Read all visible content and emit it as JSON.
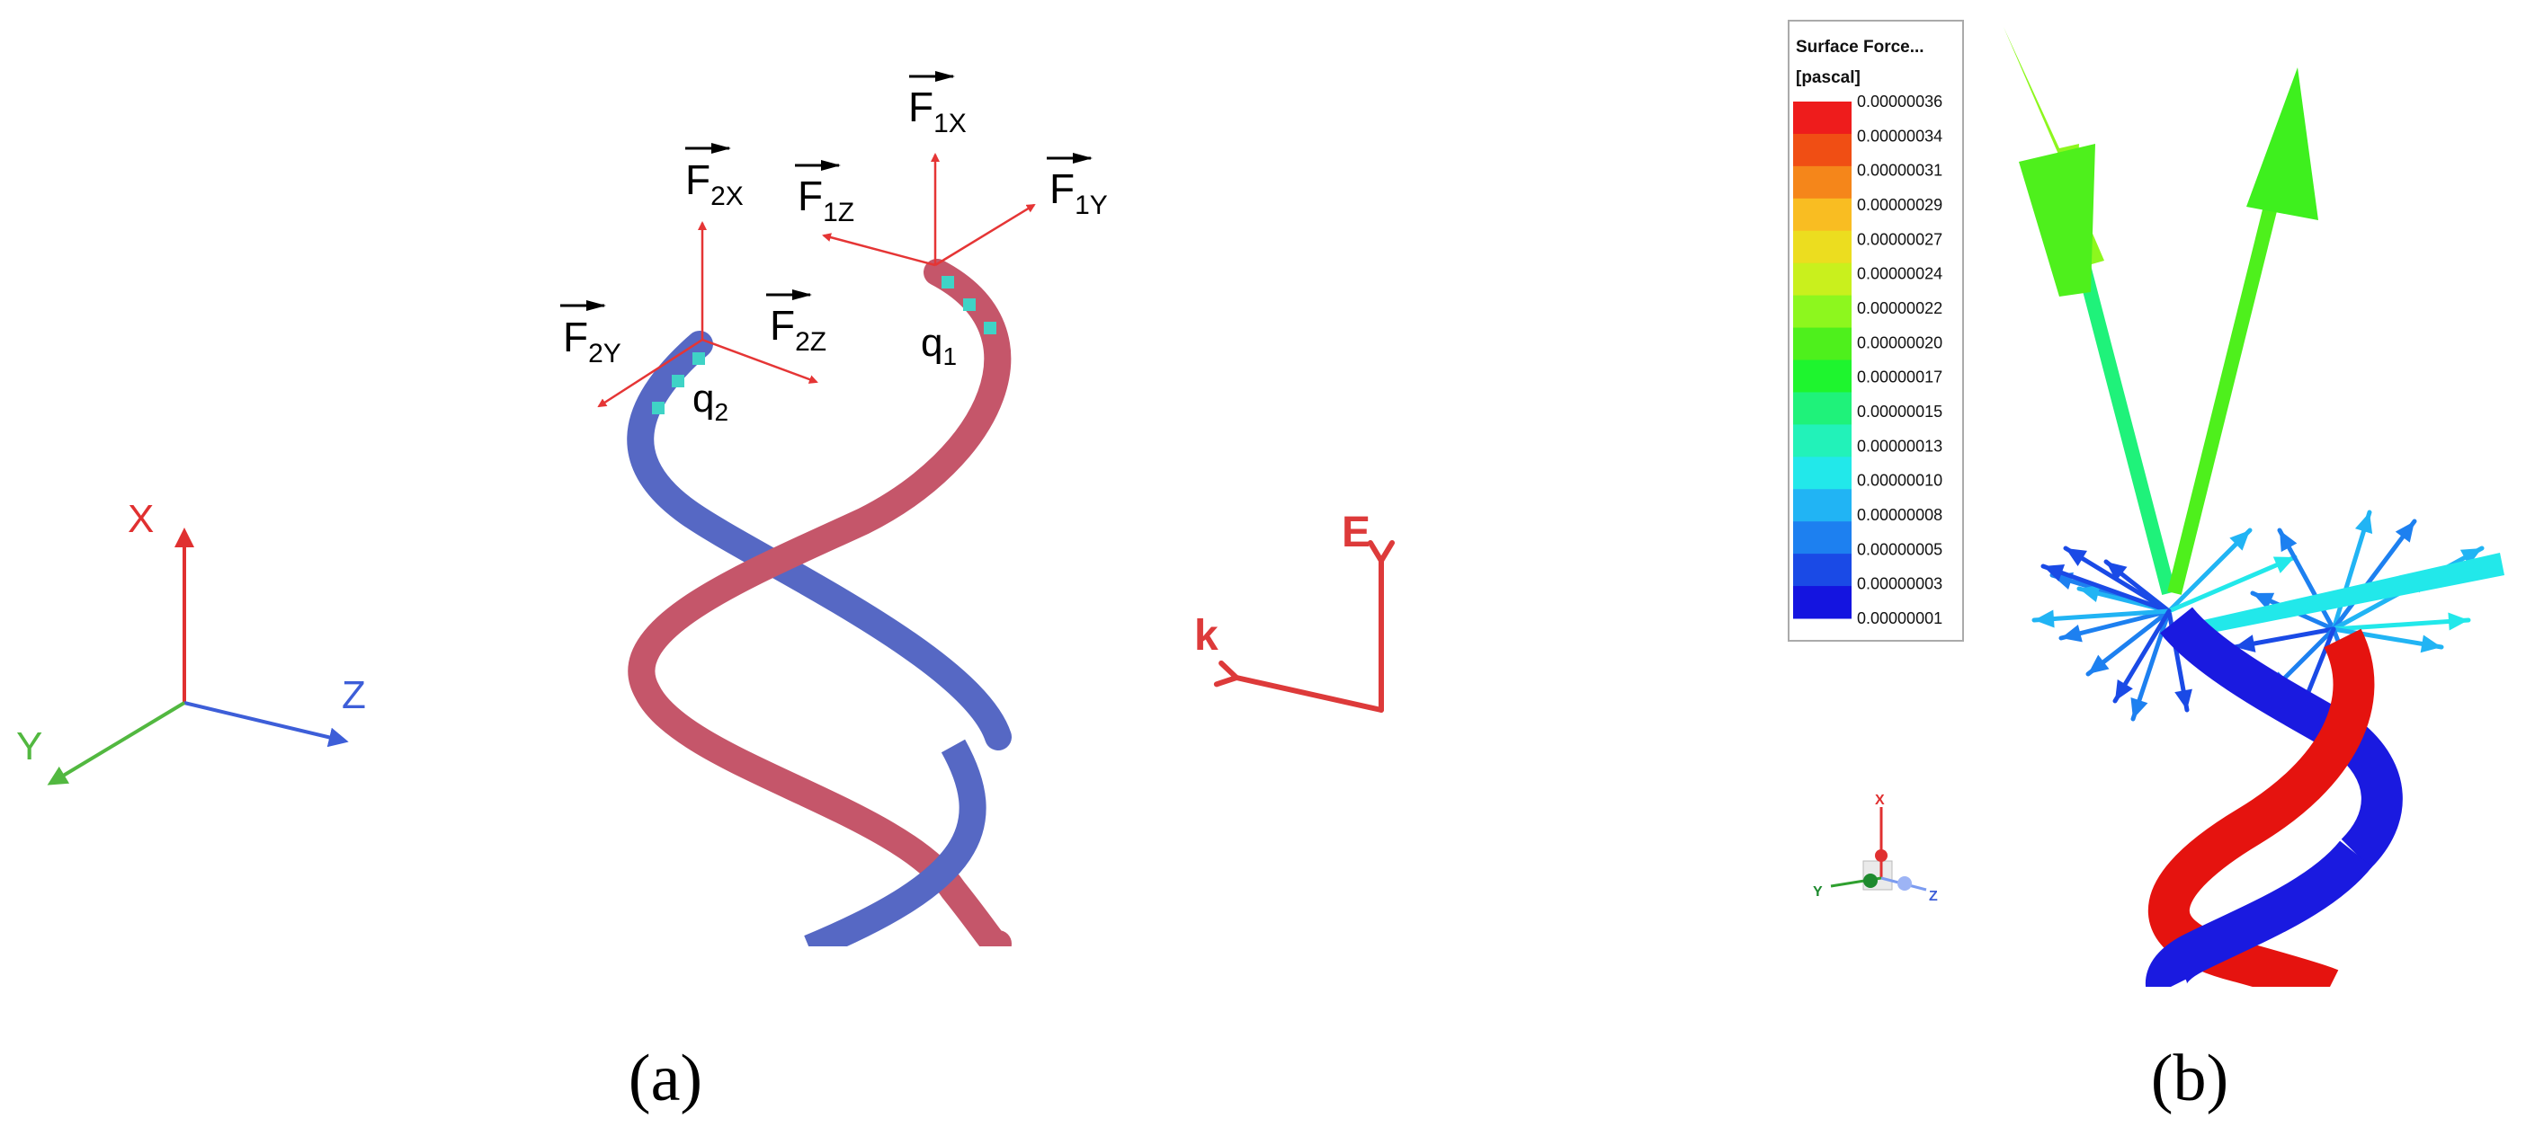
{
  "panel_a": {
    "caption": "(a)",
    "axes": {
      "x": "X",
      "y": "Y",
      "z": "Z"
    },
    "wave_axes": {
      "e": "E",
      "k": "k"
    },
    "forces": [
      {
        "id": "f1x",
        "base": "F",
        "sub": "1X"
      },
      {
        "id": "f1y",
        "base": "F",
        "sub": "1Y"
      },
      {
        "id": "f1z",
        "base": "F",
        "sub": "1Z"
      },
      {
        "id": "f2x",
        "base": "F",
        "sub": "2X"
      },
      {
        "id": "f2y",
        "base": "F",
        "sub": "2Y"
      },
      {
        "id": "f2z",
        "base": "F",
        "sub": "2Z"
      }
    ],
    "charges": [
      {
        "id": "q1",
        "base": "q",
        "sub": "1"
      },
      {
        "id": "q2",
        "base": "q",
        "sub": "2"
      }
    ],
    "colors": {
      "strand_1": "#c5566a",
      "strand_2": "#5668c4",
      "force_arrow": "#e53535",
      "charge_marker": "#3fd3c6",
      "axis_x": "#e03030",
      "axis_y": "#52b840",
      "axis_z": "#3d5ed8",
      "wave_axes": "#dd3a3a"
    }
  },
  "panel_b": {
    "caption": "(b)",
    "legend": {
      "title": "Surface Force...",
      "unit": "[pascal]",
      "ticks": [
        "0.00000036",
        "0.00000034",
        "0.00000031",
        "0.00000029",
        "0.00000027",
        "0.00000024",
        "0.00000022",
        "0.00000020",
        "0.00000017",
        "0.00000015",
        "0.00000013",
        "0.00000010",
        "0.00000008",
        "0.00000005",
        "0.00000003",
        "0.00000001"
      ],
      "colors": [
        "#ee1c1c",
        "#f04e14",
        "#f5861a",
        "#f9bd22",
        "#ecdd1f",
        "#c9f01d",
        "#8df71e",
        "#4ef01c",
        "#1ef52e",
        "#1ff27a",
        "#22f2b9",
        "#22e8ea",
        "#21b4f4",
        "#1d80f0",
        "#1a4ae6",
        "#1414e0"
      ]
    },
    "triad": {
      "x": "X",
      "y": "Y",
      "z": "Z"
    },
    "colors": {
      "strand_red": "#e5130f",
      "strand_blue": "#1a1ae0",
      "big_arrow": "#3ef01e"
    }
  }
}
